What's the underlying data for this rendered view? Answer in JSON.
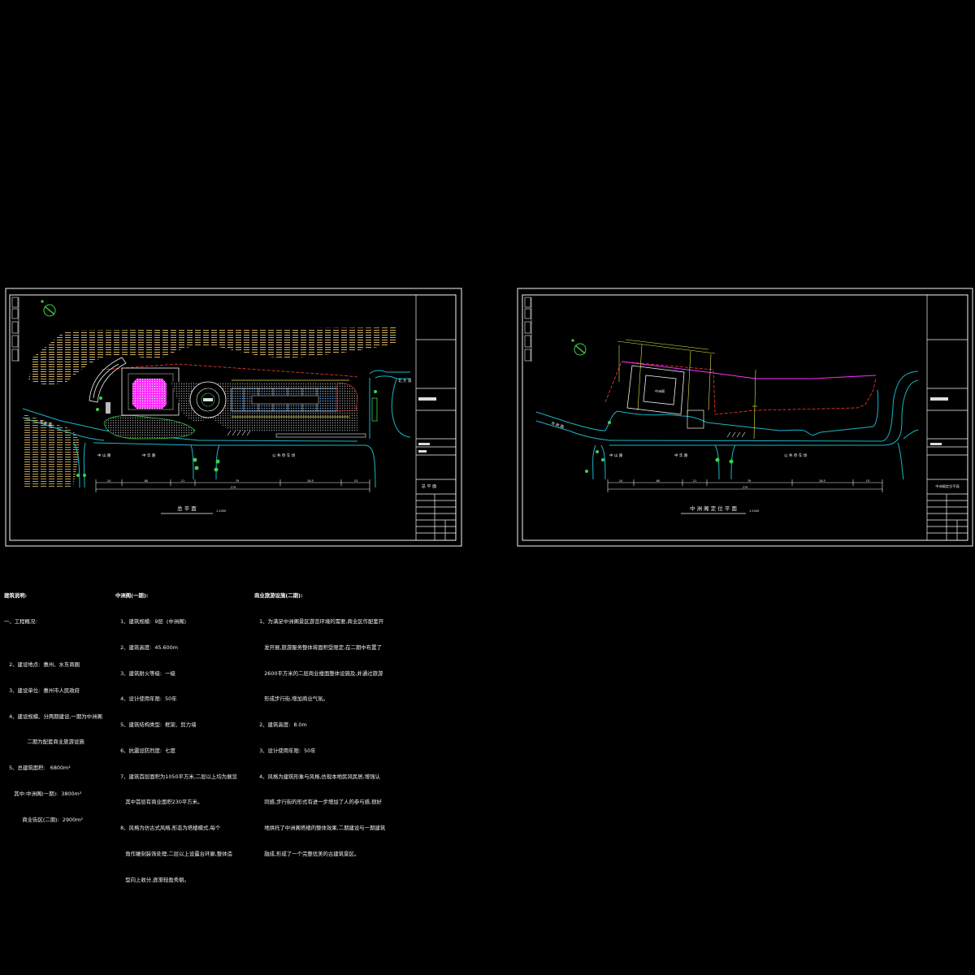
{
  "sheet1": {
    "title": "总 平 面",
    "scale": "1:1000",
    "titleblock_label": "总 平 面",
    "road_labels": [
      "市 政 路",
      "中 山 路",
      "中 华 路",
      "公 共 停 车 场",
      "北 大 道"
    ],
    "dimensions": [
      "24",
      "60",
      "21",
      "79",
      "28.5",
      "15"
    ],
    "dim_total": "270"
  },
  "sheet2": {
    "title": "中 洲 阁 定 位 平 面",
    "scale": "1:1000",
    "titleblock_label": "中洲阁定位平面",
    "building_label": "中洲阁",
    "road_labels": [
      "市 政 路",
      "中 山 路",
      "中 华 路",
      "公 共 停 车 场"
    ],
    "dimensions": [
      "24",
      "60",
      "21",
      "79",
      "28.5",
      "15"
    ],
    "dim_total": "270"
  },
  "notes": {
    "col1": {
      "heading": "建筑说明:",
      "lines": [
        "一、工程概况:",
        "",
        "   2、建设地点:  惠州、水东商圈",
        "   3、建设单位:  惠州市人民政府",
        "   4、建设规模、分两期建设,一期为中洲阁",
        "              二期为配套商业旅游设施",
        "   5、总建筑面积:   6800m²",
        "      其中:中洲阁(一期):  3800m²",
        "           商业街区(二期):  2900m²"
      ]
    },
    "col2": {
      "heading": "中洲阁(一期):",
      "lines": [
        "   1、建筑规模:  9层  (中洲阁)",
        "   2、建筑高度:  45.600m",
        "   3、建筑耐火等级:  一级",
        "   4、设计使用年限:  50年",
        "   5、建筑结构类型:  框架、剪力墙",
        "   6、抗震设防烈度:  七度",
        "   7、建筑首层面积为1050平方米,二层以上均为展览",
        "      其中首层有商业面积230平方米。",
        "   8、风格为仿古式风格,形态为塔楼模式,每个",
        "      角作雕刻装饰处理,二层以上设露台环廊,整体造",
        "      型向上收分,逐渐轻盈秀丽。"
      ]
    },
    "col3": {
      "heading": "商业旅游设施(二期):",
      "lines": [
        "   1、为满足中洲阁景区游览环境的需要,商业区作配套开",
        "      发开展,旅游服务整体将面积受限定,在二期中布置了",
        "      2600平方米的二层商业楼面整体设施及,并通过旅游",
        "      形成步行街,增加商业气氛。",
        "   2、建筑高度:  8.0m",
        "   3、设计使用年限:  50年",
        "   4、风格为建筑形象与风格,仿现本地民风民居,增强认",
        "      同感,步行街的形式有进一步增加了人的参与感,很好",
        "      地烘托了中洲阁塔楼的整体效果,二期建设与一期建筑",
        "      融成,形成了一个完整优美的古建筑景区。"
      ]
    }
  },
  "colors": {
    "background": "#000000",
    "border": "#f4f4f4",
    "road": "#19b6c8",
    "water_hatch": "#e8c26a",
    "tower": "#ff2cff",
    "site_line": "#ff3b3b",
    "tree": "#3fd14a",
    "plaza": "#6fa6d8",
    "grid": "#bfbfbf",
    "yellow": "#e8e84a"
  }
}
